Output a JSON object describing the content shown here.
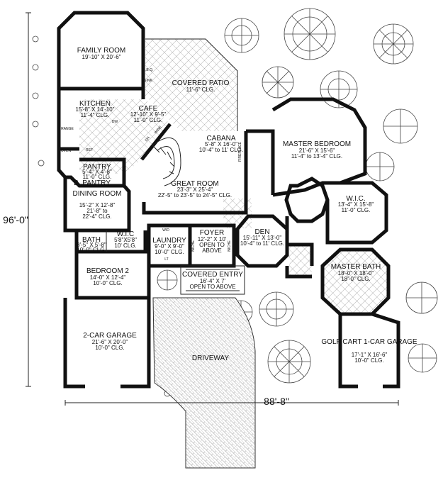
{
  "dimensions": {
    "depth": "96'-0\"",
    "width": "88'-8\""
  },
  "rooms": [
    {
      "id": "family-room",
      "name": "FAMILY ROOM",
      "lines": [
        "19'-10\" X 20'-6\""
      ]
    },
    {
      "id": "covered-patio",
      "name": "COVERED PATIO",
      "lines": [
        "11'-6\" CLG."
      ]
    },
    {
      "id": "kitchen",
      "name": "KITCHEN",
      "lines": [
        "15'-8\" X 14'-10\"",
        "11'-4\" CLG."
      ]
    },
    {
      "id": "cafe",
      "name": "CAFE",
      "lines": [
        "12'-10\" X 9'-5\"",
        "11'-0\" CLG."
      ]
    },
    {
      "id": "cabana",
      "name": "CABANA",
      "lines": [
        "5'-8\" X 16'-0\"",
        "10'-4\" to 11' CLG."
      ]
    },
    {
      "id": "master-bedroom",
      "name": "MASTER BEDROOM",
      "lines": [
        "21'-6\" X 15'-6\"",
        "11'-4\" to 13'-4\" CLG."
      ]
    },
    {
      "id": "pantry",
      "name": "PANTRY",
      "lines": [
        "5'-4\" X 4'-8\"",
        "11'-0\" CLG."
      ]
    },
    {
      "id": "b-pantry",
      "name": "B. PANTRY",
      "lines": []
    },
    {
      "id": "great-room",
      "name": "GREAT ROOM",
      "lines": [
        "23'-3\" X 25'-4\"",
        "22'-5\" to 23'-5\" to 24'-5\" CLG."
      ]
    },
    {
      "id": "dining-room",
      "name": "DINING ROOM",
      "lines": [
        "15'-2\" X 12'-8\"",
        "21'-8\" to",
        "22'-4\" CLG."
      ]
    },
    {
      "id": "wic",
      "name": "W.I.C.",
      "lines": [
        "13'-4\" X 15'-8\"",
        "11'-0\" CLG."
      ]
    },
    {
      "id": "laundry",
      "name": "LAUNDRY",
      "lines": [
        "9'-0\" X 9'-0\"",
        "10'-0\" CLG."
      ]
    },
    {
      "id": "foyer",
      "name": "FOYER",
      "lines": [
        "12'-2\" X 10'",
        "OPEN TO",
        "ABOVE"
      ]
    },
    {
      "id": "den",
      "name": "DEN",
      "lines": [
        "15'-11\" X 13'-0\"",
        "10'-4\" to 11' CLG."
      ]
    },
    {
      "id": "bath",
      "name": "BATH",
      "lines": [
        "8'-5\" X 5'-8\"",
        "10'-0\" CLG."
      ]
    },
    {
      "id": "wic-small",
      "name": "W.I.C",
      "lines": [
        "5'8\"X5'8\"",
        "10' CLG."
      ]
    },
    {
      "id": "master-bath",
      "name": "MASTER BATH",
      "lines": [
        "18'-0\" X 18'-0\"",
        "18'-0\" CLG."
      ]
    },
    {
      "id": "covered-entry",
      "name": "COVERED ENTRY",
      "lines": [
        "16'-4\" X 7'",
        "OPEN TO ABOVE"
      ]
    },
    {
      "id": "bedroom-2",
      "name": "BEDROOM 2",
      "lines": [
        "14'-0\" X 12'-4\"",
        "10'-0\" CLG."
      ]
    },
    {
      "id": "garage-2car",
      "name": "2-CAR GARAGE",
      "lines": [
        "21'-6\" X 20'-0\"",
        "10'-0\" CLG."
      ]
    },
    {
      "id": "driveway",
      "name": "DRIVEWAY",
      "lines": []
    },
    {
      "id": "golf-cart-garage",
      "name": "GOLF CART 1-CAR GARAGE",
      "lines": [
        "17'-1\" X 16'-6\"",
        "10'-0\" CLG."
      ]
    }
  ],
  "fixtures": {
    "bbq": "B.B.Q.",
    "sink": "SINK",
    "dw": "DW",
    "range": "RANGE",
    "ref": "REF",
    "oven": "OVEN",
    "fireplace": "FIREPLACE",
    "wd": "W/D",
    "lt": "LT",
    "niche_left": "NICHE",
    "niche_right": "NICHE",
    "stair": "DN",
    "wine": "WINE"
  }
}
